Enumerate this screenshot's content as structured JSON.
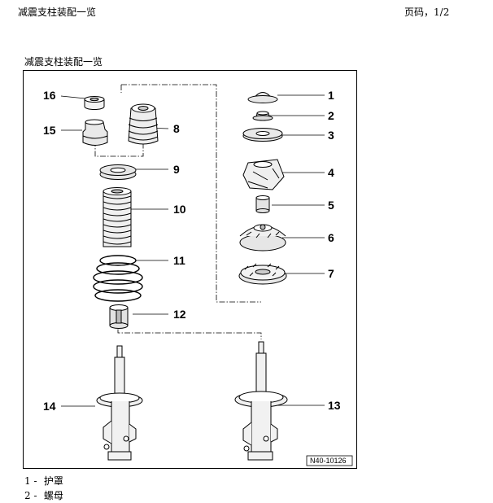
{
  "header": {
    "title": "减震支柱装配一览",
    "page_label": "页码，",
    "page_value": "1/2"
  },
  "section": {
    "title": "减震支柱装配一览"
  },
  "figure": {
    "ref_code": "N40-10126",
    "callouts": [
      "1",
      "2",
      "3",
      "4",
      "5",
      "6",
      "7",
      "8",
      "9",
      "10",
      "11",
      "12",
      "13",
      "14",
      "15",
      "16"
    ]
  },
  "legend": [
    {
      "num": "1 -",
      "text": "护罩"
    },
    {
      "num": "2 -",
      "text": "螺母"
    }
  ]
}
